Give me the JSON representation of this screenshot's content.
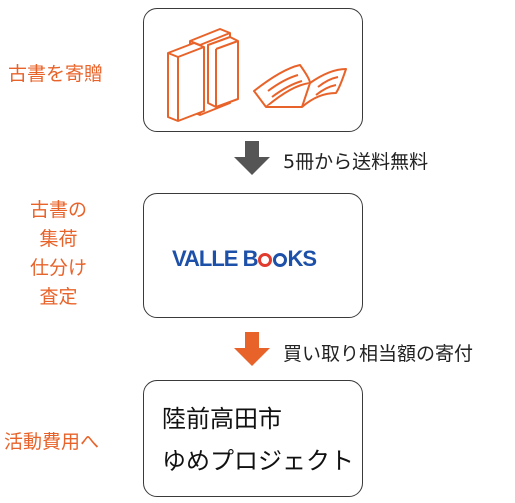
{
  "steps": {
    "donate": {
      "label": "古書を寄贈"
    },
    "collect": {
      "label_lines": [
        "古書の",
        "集荷",
        "仕分け",
        "査定"
      ]
    },
    "use": {
      "label": "活動費用へ"
    }
  },
  "arrows": {
    "first": {
      "note": "5冊から送料無料",
      "color": "#555555"
    },
    "second": {
      "note": "買い取り相当額の寄付",
      "color": "#e8632a"
    }
  },
  "logo": {
    "text_part1": "VALLE",
    "text_part2_pre": "B",
    "text_part2_post": "KS",
    "color": "#1d50a8",
    "accent": "#e23b2e"
  },
  "destination": {
    "line1": "陸前高田市",
    "line2": "ゆめプロジェクト"
  }
}
